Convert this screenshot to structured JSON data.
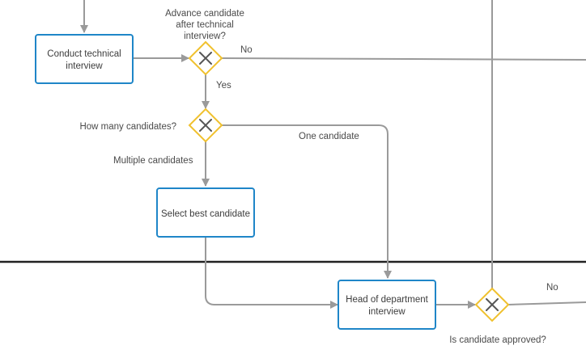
{
  "colors": {
    "task_border": "#1f86c8",
    "gateway_border": "#f0c12e",
    "connector": "#9a9a9a",
    "lane_divider": "#222222",
    "text": "#4a4a4a"
  },
  "tasks": {
    "conduct_interview": {
      "line1": "Conduct technical",
      "line2": "interview"
    },
    "select_best": {
      "line1": "Select best candidate"
    },
    "head_interview": {
      "line1": "Head of department",
      "line2": "interview"
    }
  },
  "gateways": {
    "advance": {
      "icon": "exclusive-gateway-x-icon",
      "line1": "Advance candidate",
      "line2": "after technical",
      "line3": "interview?"
    },
    "how_many": {
      "icon": "exclusive-gateway-x-icon",
      "label": "How many candidates?"
    },
    "approved": {
      "icon": "exclusive-gateway-x-icon",
      "label": "Is candidate approved?"
    }
  },
  "flows": {
    "advance_no": "No",
    "advance_yes": "Yes",
    "one_candidate": "One candidate",
    "multiple_candidates": "Multiple candidates",
    "approved_no": "No"
  }
}
